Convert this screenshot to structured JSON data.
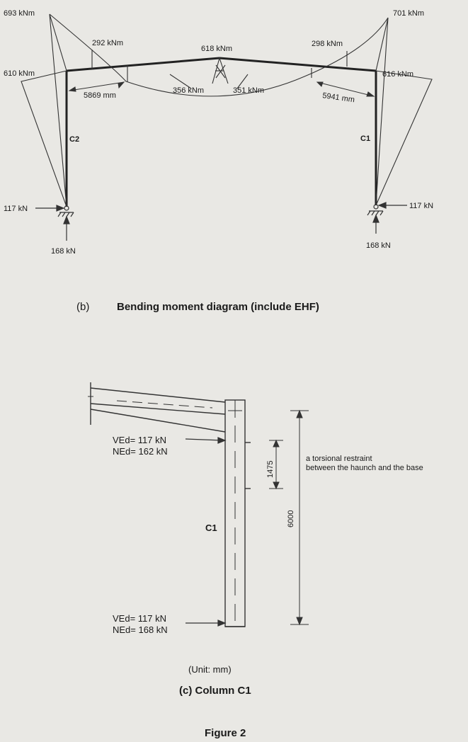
{
  "bmd": {
    "moments": {
      "left_top": "693 kNm",
      "left_knee": "610 kNm",
      "left_rafter": "292 kNm",
      "apex": "618 kNm",
      "left_mid": "356 kNm",
      "right_mid": "351 kNm",
      "right_rafter": "298 kNm",
      "right_top": "701 kNm",
      "right_knee": "616 kNm"
    },
    "distances": {
      "left": "5869 mm",
      "right": "5941 mm"
    },
    "columns": {
      "left": "C2",
      "right": "C1"
    },
    "reactions": {
      "left_horizontal": "117 kN",
      "left_vertical": "168 kN",
      "right_horizontal": "117 kN",
      "right_vertical": "168 kN"
    },
    "caption_label": "(b)",
    "caption_title": "Bending moment diagram (include EHF)"
  },
  "column": {
    "top_shear": "VEd= 117 kN",
    "top_axial": "NEd= 162 kN",
    "bottom_shear": "VEd= 117 kN",
    "bottom_axial": "NEd= 168 kN",
    "restraint_spacing": "1475",
    "height": "6000",
    "note_line1": "a torsional restraint",
    "note_line2": "between the haunch and the base",
    "label": "C1",
    "unit": "(Unit: mm)",
    "caption": "(c) Column C1"
  },
  "figure_title": "Figure 2"
}
